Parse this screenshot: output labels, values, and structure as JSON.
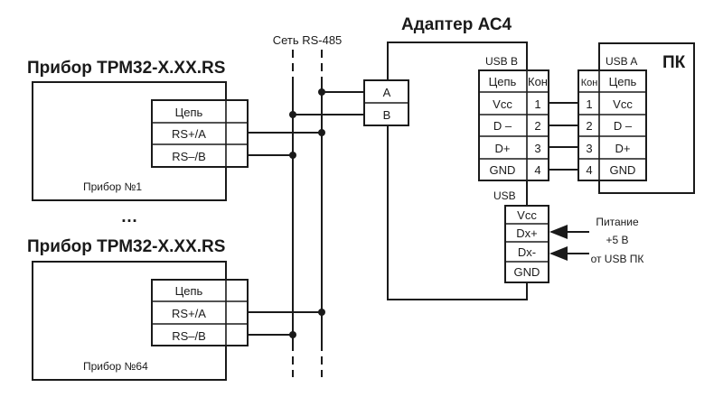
{
  "network": {
    "label": "Сеть RS-485"
  },
  "devices": [
    {
      "title": "Прибор ТРМ32-X.XX.RS",
      "name": "Прибор №1",
      "table": {
        "header": "Цепь",
        "rows": [
          "RS+/A",
          "RS–/B"
        ]
      }
    },
    {
      "title": "Прибор ТРМ32-X.XX.RS",
      "name": "Прибор №64",
      "table": {
        "header": "Цепь",
        "rows": [
          "RS+/A",
          "RS–/B"
        ]
      }
    }
  ],
  "ellipsis": "…",
  "adapter": {
    "title": "Адаптер АС4",
    "rs_terminals": [
      "A",
      "B"
    ],
    "usb_b": {
      "label": "USB B",
      "headers": [
        "Цепь",
        "Кон"
      ],
      "rows": [
        {
          "circuit": "Vcc",
          "pin": "1"
        },
        {
          "circuit": "D –",
          "pin": "2"
        },
        {
          "circuit": "D+",
          "pin": "3"
        },
        {
          "circuit": "GND",
          "pin": "4"
        }
      ]
    },
    "usb": {
      "label": "USB",
      "rows": [
        "Vcc",
        "Dx+",
        "Dx-",
        "GND"
      ]
    }
  },
  "pc": {
    "title": "ПК",
    "usb_a": {
      "label": "USB A",
      "headers": [
        "Кон",
        "Цепь"
      ],
      "rows": [
        {
          "pin": "1",
          "circuit": "Vcc"
        },
        {
          "pin": "2",
          "circuit": "D –"
        },
        {
          "pin": "3",
          "circuit": "D+"
        },
        {
          "pin": "4",
          "circuit": "GND"
        }
      ]
    }
  },
  "power_note": [
    "Питание",
    "+5 В",
    "от USB ПК"
  ]
}
